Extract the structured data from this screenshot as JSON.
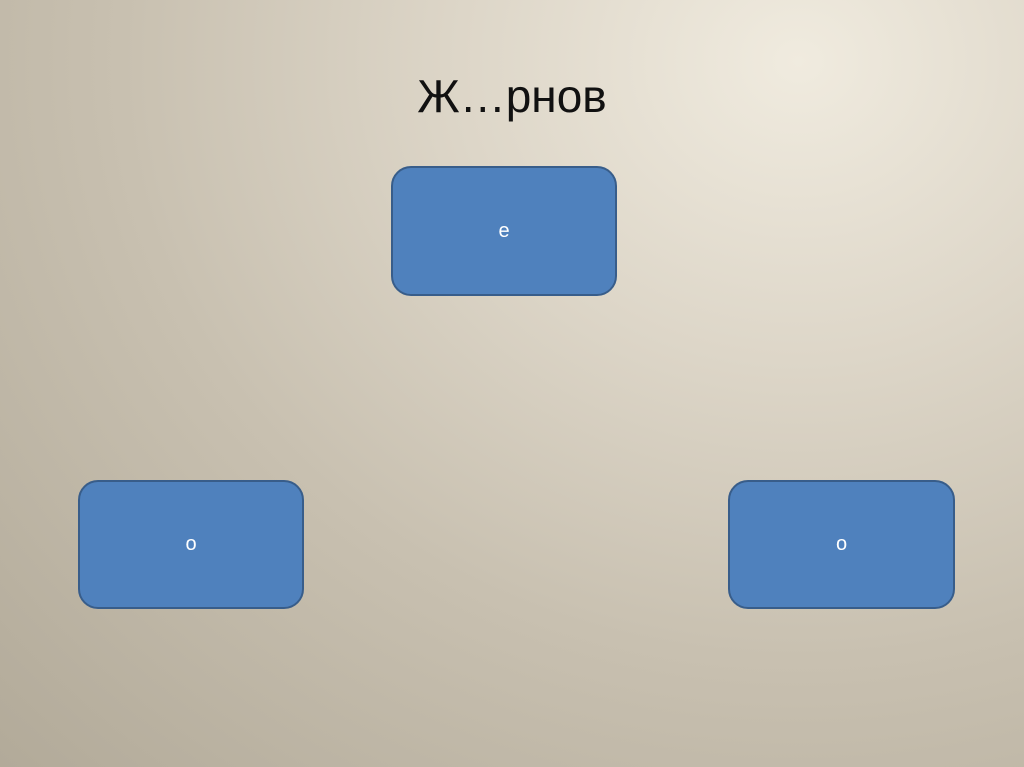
{
  "slide": {
    "title": "Ж…рнов",
    "boxes": [
      {
        "label": "е"
      },
      {
        "label": "о"
      },
      {
        "label": "о"
      }
    ]
  },
  "colors": {
    "box_fill": "#4f81bd",
    "box_border": "#385d8a",
    "text_on_box": "#ffffff"
  }
}
